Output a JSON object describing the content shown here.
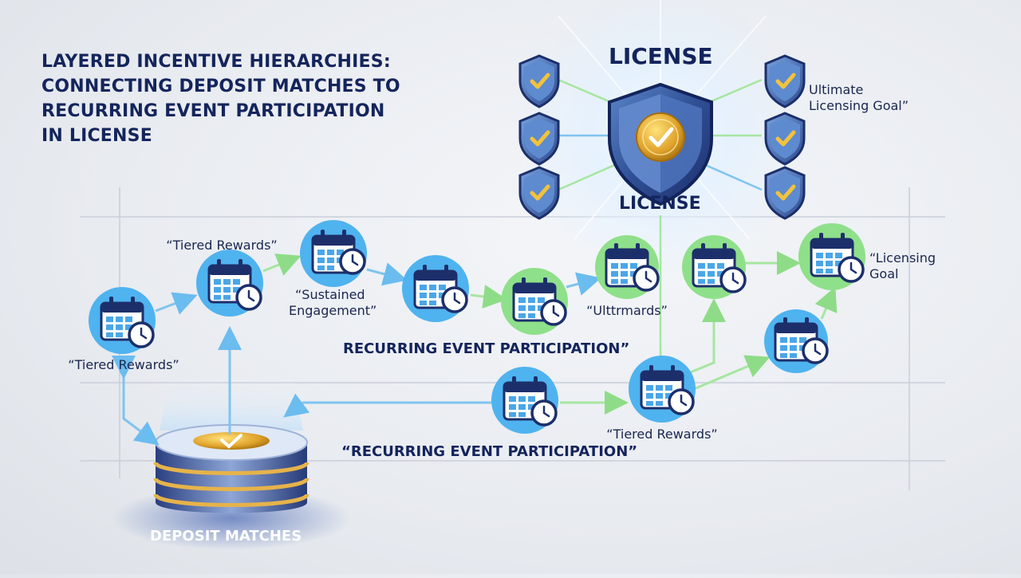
{
  "title": {
    "line1": "LAYERED INCENTIVE HIERARCHIES:",
    "line2": "CONNECTING DEPOSIT MATCHES TO",
    "line3": "RECURRING EVENT PARTICIPATION",
    "line4": "IN LICENSE"
  },
  "license_top": "LICENSE",
  "license_bottom": "LICENSE",
  "right_goal_top": {
    "line1": "Ultimate",
    "line2": "Licensing Goal”"
  },
  "right_goal_mid": {
    "line1": "“Licensing",
    "line2": "Goal"
  },
  "labels": {
    "tiered_left": "“Tiered Rewards”",
    "tiered_top": "“Tiered Rewards”",
    "sustained_line1": "“Sustained",
    "sustained_line2": "Engagement”",
    "ultt": "“Ulttrmards”",
    "tiered_bottom": "“Tiered Rewards”",
    "recurring_mid": "RECURRING EVENT PARTICIPATION”",
    "recurring_bottom": "“RECURRING EVENT PARTICIPATION”",
    "deposit": "DEPOSIT MATCHES"
  },
  "colors": {
    "navy": "#14255c",
    "blue_ring": "#4fb3ef",
    "green_ring": "#8fe08a",
    "arrow_blue": "#7fc4ef",
    "arrow_green": "#a6e6a0",
    "gold": "#e8b53a"
  }
}
